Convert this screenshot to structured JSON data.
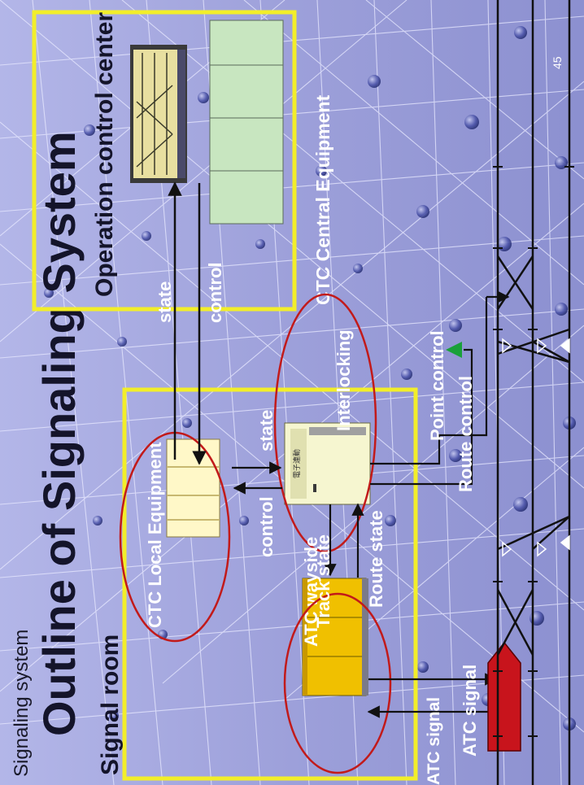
{
  "slide": {
    "header": "Signaling system",
    "title": "Outline of Signaling System",
    "page_number": "45"
  },
  "labels": {
    "signal_room": "Signal room",
    "operation_center": "Operation control center",
    "ctc_central": "CTC Central Equipment",
    "ctc_local": "CTC Local Equipment",
    "interlocking": "Interlocking",
    "atc_wayside": "ATC wayside",
    "state_top": "state",
    "control_top": "control",
    "state_mid": "state",
    "control_mid": "control",
    "track_state": "Track state",
    "route_state": "Route state",
    "point_control": "Point control",
    "route_control": "Route control",
    "atc_signal_1": "ATC signal",
    "atc_signal_2": "ATC signal",
    "cabinet_marking": "電子連動"
  },
  "colors": {
    "background": "#9a9dd8",
    "box_border": "#f2ee2a",
    "highlight_ellipse": "#c21a1a",
    "arrow": "#1a1a1a",
    "train": "#c8141c",
    "signal_head": "#1aa03a"
  }
}
